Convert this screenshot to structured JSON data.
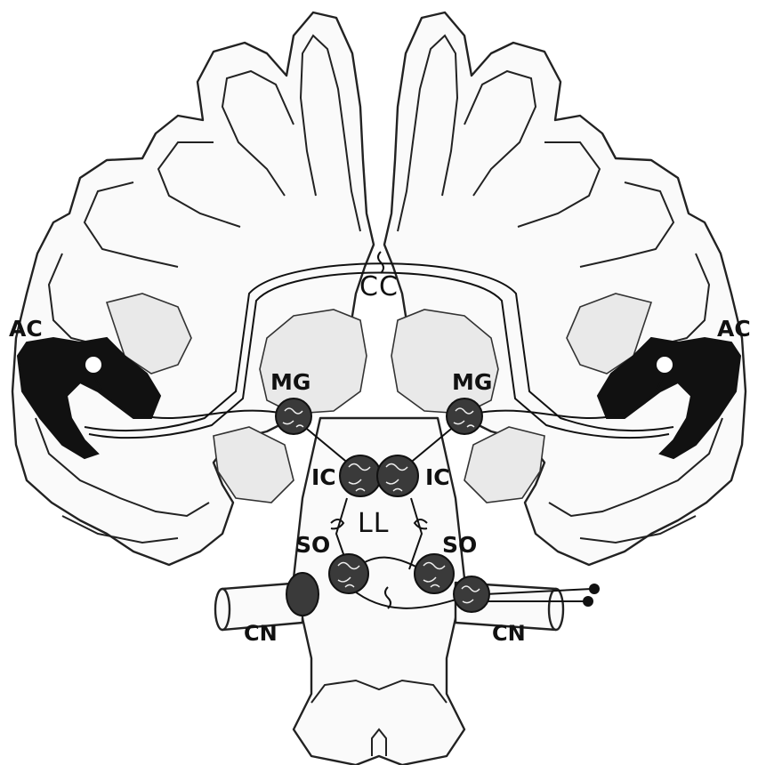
{
  "labels": {
    "cc": "CC",
    "ac_left": "AC",
    "ac_right": "AC",
    "mg_left": "MG",
    "mg_right": "MG",
    "ic_left": "IC",
    "ic_right": "IC",
    "ll": "LL",
    "so_left": "SO",
    "so_right": "SO",
    "cn_left": "CN",
    "cn_right": "CN"
  },
  "colors": {
    "line": "#111111",
    "gray_matter": "#e9e9e9",
    "nucleus": "#3a3a3a",
    "background": "#ffffff"
  }
}
